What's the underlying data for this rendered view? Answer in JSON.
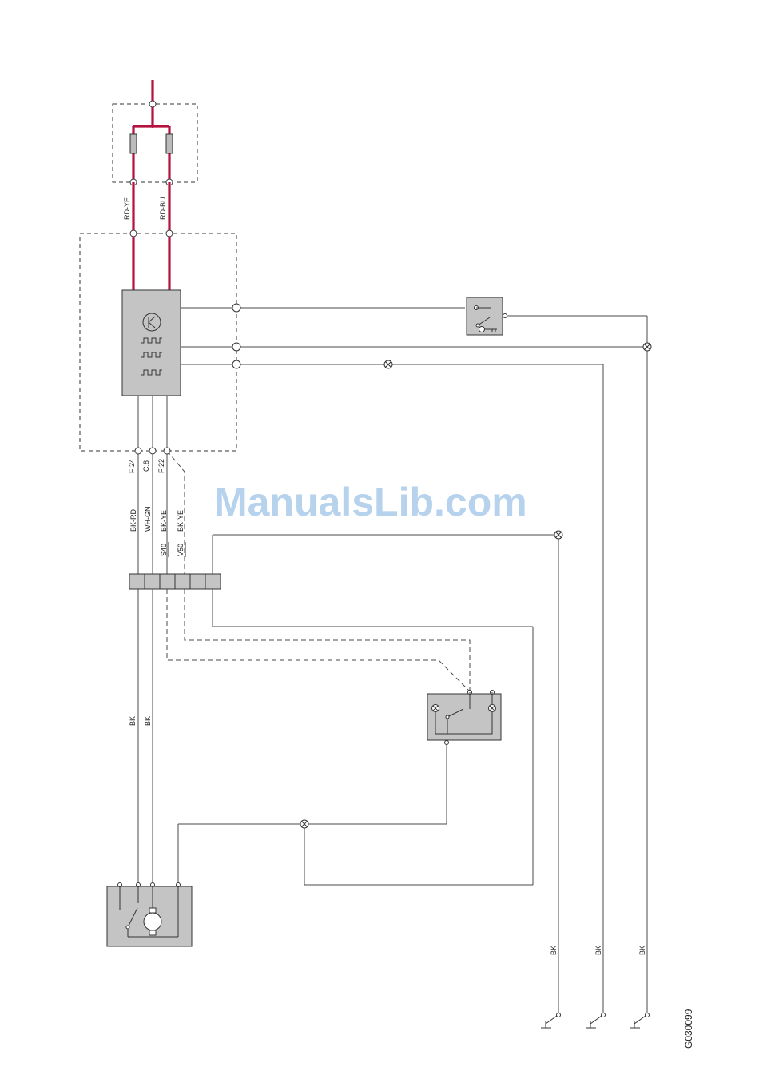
{
  "watermark": "ManualsLib.com",
  "figure_code": "G030099",
  "power_wires": [
    "RD-YE",
    "RD-BU"
  ],
  "connector_pins": [
    "F:24",
    "C:8",
    "F:22"
  ],
  "wire_colors": [
    "BK-RD",
    "WH-GN",
    "BK-YE",
    "BK-YE"
  ],
  "model_labels": [
    "S40",
    "V50"
  ],
  "lower_wires": [
    "BK",
    "BK"
  ],
  "ground_wires": [
    "BK",
    "BK",
    "BK"
  ],
  "colors": {
    "power_wire": "#b5123f",
    "component_fill": "#c4c4c4",
    "watermark": "#9ec3e6"
  }
}
